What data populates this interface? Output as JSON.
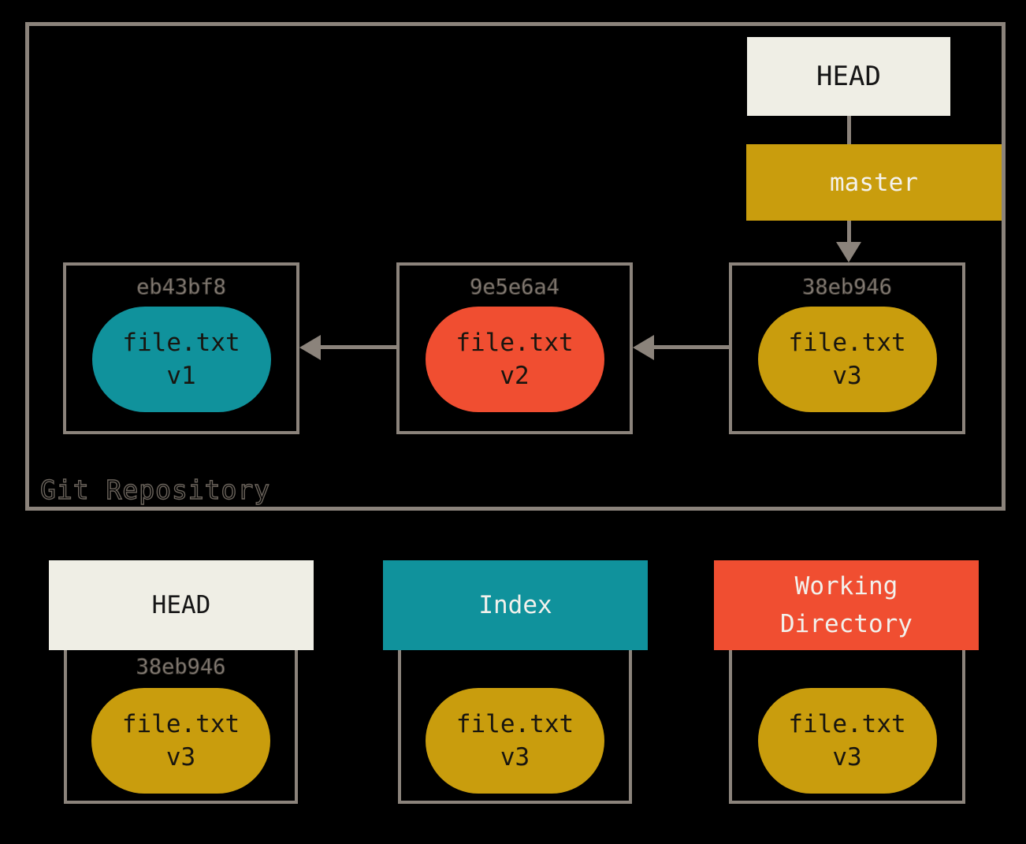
{
  "colors": {
    "background": "#000000",
    "border_gray": "#8b837b",
    "cream": "#efeee5",
    "gold": "#c99d0d",
    "teal": "#10929c",
    "red": "#f04e31"
  },
  "repo": {
    "label": "Git Repository",
    "head_label": "HEAD",
    "branch_label": "master",
    "commits": [
      {
        "hash": "eb43bf8",
        "file": "file.txt",
        "version": "v1"
      },
      {
        "hash": "9e5e6a4",
        "file": "file.txt",
        "version": "v2"
      },
      {
        "hash": "38eb946",
        "file": "file.txt",
        "version": "v3"
      }
    ]
  },
  "areas": [
    {
      "title": "HEAD",
      "hash": "38eb946",
      "file": "file.txt",
      "version": "v3"
    },
    {
      "title": "Index",
      "file": "file.txt",
      "version": "v3"
    },
    {
      "title": "Working Directory",
      "file": "file.txt",
      "version": "v3"
    }
  ]
}
